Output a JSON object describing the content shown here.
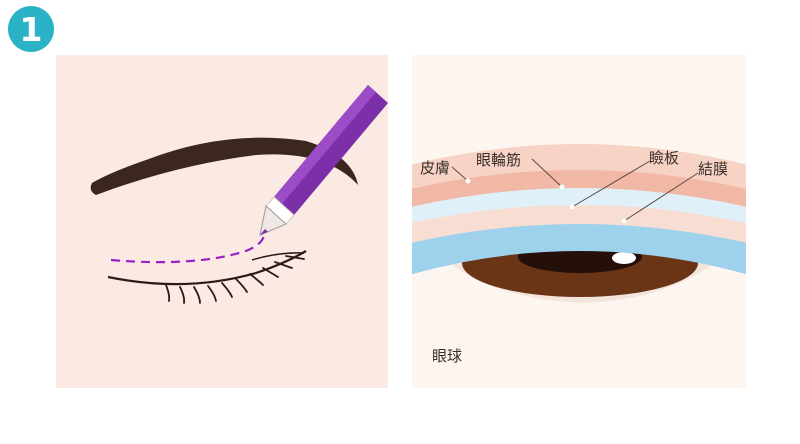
{
  "step": {
    "number": "1"
  },
  "labels": {
    "skin": "皮膚",
    "orbicularis": "眼輪筋",
    "tarsus": "瞼板",
    "conjunctiva": "結膜",
    "eyeball": "眼球"
  },
  "colors": {
    "badge": "#2ab3c6",
    "left_panel_bg": "#fbe9e3",
    "right_panel_bg": "#fdf5ef",
    "eyebrow": "#3b2620",
    "pen_body": "#7b2fa8",
    "incision_line": "#9b1fc7",
    "skin_layer": "#f4c7b8",
    "tarsus_layer": "#dff0f8",
    "blue_layer": "#9ed1ec",
    "iris": "#6a3516"
  }
}
